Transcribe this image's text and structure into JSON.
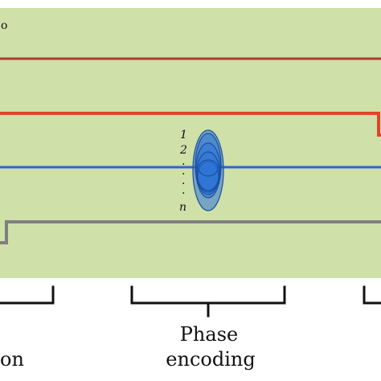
{
  "diagram": {
    "background_color": "#cfe0a8",
    "colors": {
      "rf_line": "#b03a2e",
      "slice_gradient": "#e0452a",
      "phase_gradient": "#2f67c4",
      "readout_gradient": "#7f7f7f",
      "phase_lobe_fill": "#2e75d6",
      "phase_lobe_stroke": "#1b4fa3",
      "bracket": "#111111"
    },
    "phase_steps": {
      "first": "1",
      "second": "2",
      "last": "n",
      "ellipsis": "."
    },
    "labels": {
      "left_partial": "on",
      "middle_line1": "Phase",
      "middle_line2": "encoding",
      "corner_symbol": "o"
    }
  }
}
